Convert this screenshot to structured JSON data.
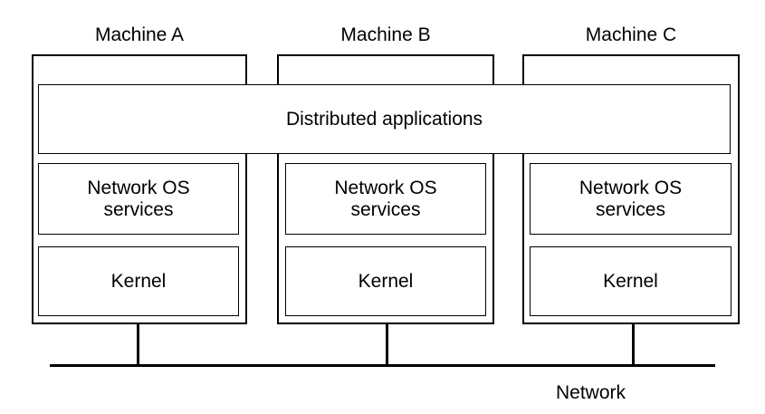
{
  "machines": [
    {
      "title": "Machine A",
      "os_services": "Network OS\nservices",
      "kernel": "Kernel"
    },
    {
      "title": "Machine B",
      "os_services": "Network OS\nservices",
      "kernel": "Kernel"
    },
    {
      "title": "Machine C",
      "os_services": "Network OS\nservices",
      "kernel": "Kernel"
    }
  ],
  "distributed_apps": "Distributed applications",
  "network_label": "Network"
}
